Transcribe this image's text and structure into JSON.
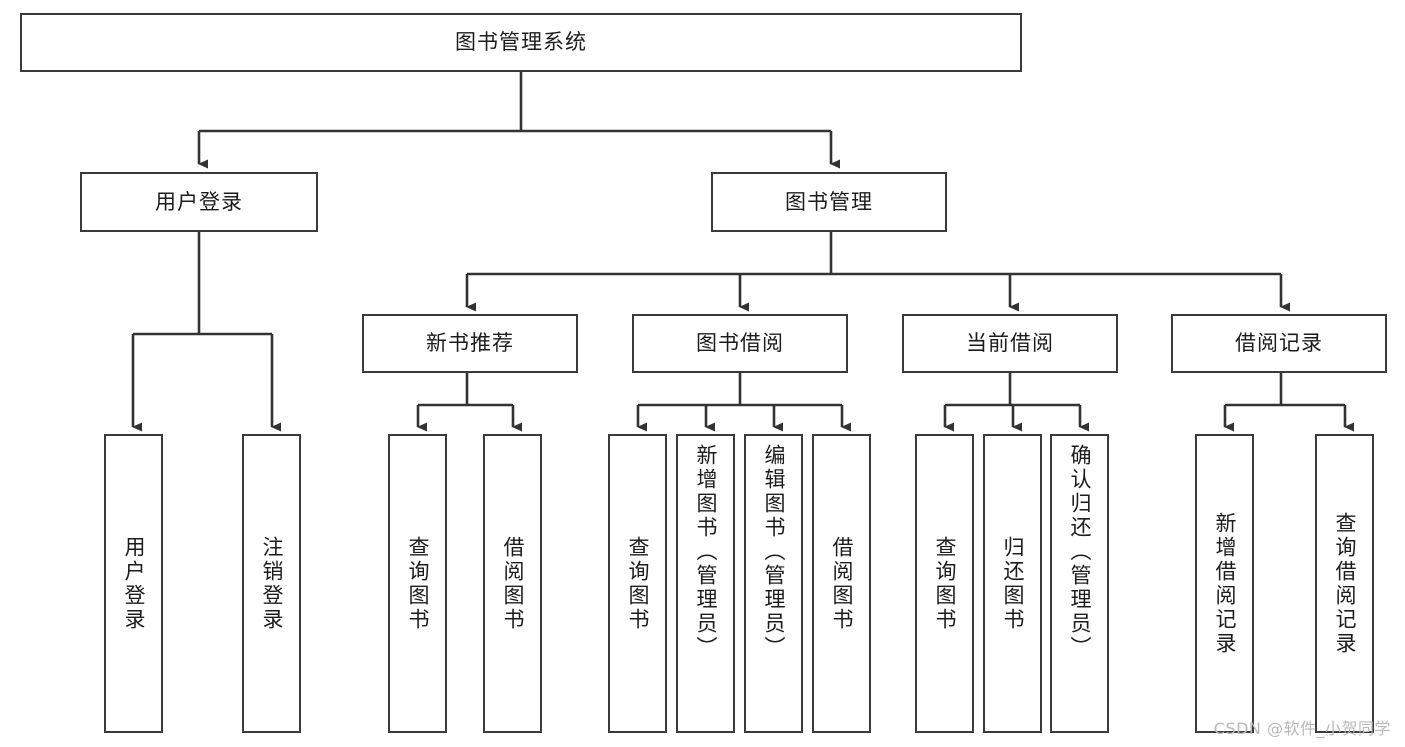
{
  "diagram": {
    "type": "tree",
    "title": "图书管理系统",
    "root": {
      "id": "root",
      "label": "图书管理系统"
    },
    "level2": [
      {
        "id": "user-login",
        "label": "用户登录"
      },
      {
        "id": "book-manage",
        "label": "图书管理"
      }
    ],
    "level3": [
      {
        "id": "new-book-recommend",
        "label": "新书推荐",
        "parent": "book-manage"
      },
      {
        "id": "book-borrow",
        "label": "图书借阅",
        "parent": "book-manage"
      },
      {
        "id": "current-borrow",
        "label": "当前借阅",
        "parent": "book-manage"
      },
      {
        "id": "borrow-record",
        "label": "借阅记录",
        "parent": "book-manage"
      }
    ],
    "leaves": {
      "user-login": [
        {
          "id": "leaf-user-login",
          "label": "用户登录"
        },
        {
          "id": "leaf-user-logout",
          "label": "注销登录"
        }
      ],
      "new-book-recommend": [
        {
          "id": "leaf-query-book-1",
          "label": "查询图书"
        },
        {
          "id": "leaf-borrow-book-1",
          "label": "借阅图书"
        }
      ],
      "book-borrow": [
        {
          "id": "leaf-query-book-2",
          "label": "查询图书"
        },
        {
          "id": "leaf-add-book",
          "label": "新增图书（管理员）"
        },
        {
          "id": "leaf-edit-book",
          "label": "编辑图书（管理员）"
        },
        {
          "id": "leaf-borrow-book-2",
          "label": "借阅图书"
        }
      ],
      "current-borrow": [
        {
          "id": "leaf-query-book-3",
          "label": "查询图书"
        },
        {
          "id": "leaf-return-book",
          "label": "归还图书"
        },
        {
          "id": "leaf-confirm-return",
          "label": "确认归还（管理员）"
        }
      ],
      "borrow-record": [
        {
          "id": "leaf-add-record",
          "label": "新增借阅记录"
        },
        {
          "id": "leaf-query-record",
          "label": "查询借阅记录"
        }
      ]
    }
  },
  "watermark": {
    "text": "CSDN @软件_小贺同学"
  },
  "colors": {
    "box_border": "#3a3a3a",
    "box_fill": "#ffffff",
    "connector": "#333333",
    "text": "#1c1c1c",
    "watermark": "#b8b8b8",
    "page_background": "#ffffff"
  }
}
